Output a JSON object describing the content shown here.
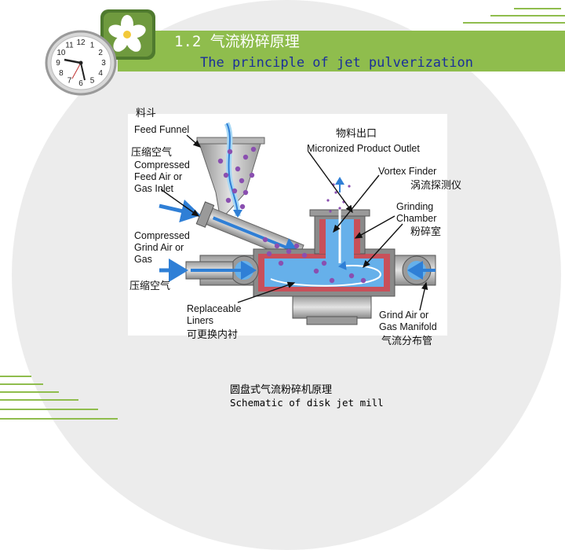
{
  "title": {
    "cn": "1.2 气流粉碎原理",
    "en": "The principle of jet pulverization"
  },
  "clock": {
    "numbers": [
      "12",
      "1",
      "2",
      "3",
      "4",
      "5",
      "6",
      "7",
      "8",
      "9",
      "10",
      "11"
    ]
  },
  "diagram": {
    "labels": {
      "feed_funnel_cn": "料斗",
      "feed_funnel_en": "Feed Funnel",
      "compressed_feed_cn": "压缩空气",
      "compressed_feed_en_1": "Compressed",
      "compressed_feed_en_2": "Feed Air or",
      "compressed_feed_en_3": "Gas Inlet",
      "compressed_grind_en_1": "Compressed",
      "compressed_grind_en_2": "Grind Air or",
      "compressed_grind_en_3": "Gas",
      "compressed_grind_cn": "压缩空气",
      "liners_en_1": "Replaceable",
      "liners_en_2": "Liners",
      "liners_cn": "可更换内衬",
      "outlet_cn": "物料出口",
      "outlet_en": "Micronized Product Outlet",
      "vortex_en": "Vortex Finder",
      "vortex_cn": "涡流探测仪",
      "chamber_en_1": "Grinding",
      "chamber_en_2": "Chamber",
      "chamber_cn": "粉碎室",
      "manifold_en_1": "Grind Air or",
      "manifold_en_2": "Gas Manifold",
      "manifold_cn": "气流分布管"
    }
  },
  "caption": {
    "cn": "圆盘式气流粉碎机原理",
    "en": "Schematic of disk jet mill"
  },
  "colors": {
    "accent_green": "#8fbd4d",
    "title_blue": "#1a2f9a",
    "flow_blue": "#2f7fd6",
    "liner_red": "#c8505a",
    "particle_purple": "#8a4fb0"
  }
}
